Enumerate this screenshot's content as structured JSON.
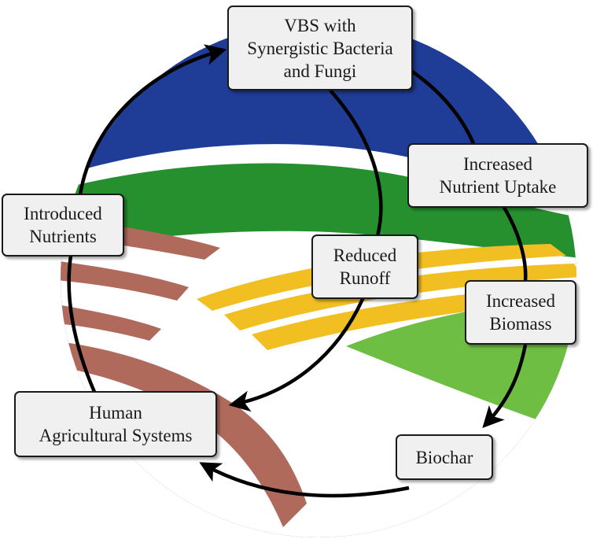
{
  "colors": {
    "sky": "#1f3c96",
    "field_green": "#26902f",
    "field_light_green": "#6fbe44",
    "crop_yellow": "#f1bf22",
    "soil_brown": "#b06a5c",
    "arrow": "#000000",
    "box_fill": "#f0f0f0"
  },
  "nodes": {
    "vbs": {
      "lines": [
        "VBS with",
        "Synergistic Bacteria",
        "and Fungi"
      ]
    },
    "uptake": {
      "lines": [
        "Increased",
        "Nutrient Uptake"
      ]
    },
    "biomass": {
      "lines": [
        "Increased",
        "Biomass"
      ]
    },
    "biochar": {
      "lines": [
        "Biochar"
      ]
    },
    "human": {
      "lines": [
        "Human",
        "Agricultural Systems"
      ]
    },
    "nutrients": {
      "lines": [
        "Introduced",
        "Nutrients"
      ]
    },
    "runoff": {
      "lines": [
        "Reduced",
        "Runoff"
      ]
    }
  }
}
